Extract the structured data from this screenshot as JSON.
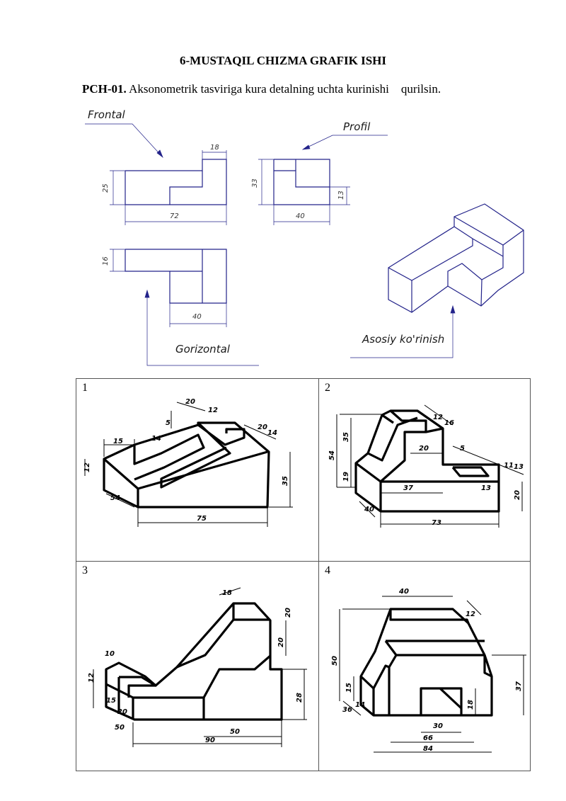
{
  "header": {
    "title": "6-MUSTAQIL CHIZMA GRAFIK ISHI",
    "task_code": "PCH-01.",
    "task_text": " Aksonometrik tasviriga kura detalning uchta kurinishi    qurilsin."
  },
  "example": {
    "labels": {
      "frontal": "Frontal",
      "profil": "Profil",
      "gorizontal": "Gorizontal",
      "asosiy": "Asosiy ko'rinish"
    },
    "dims": {
      "front_top": "18",
      "front_height": "25",
      "front_width": "72",
      "side_height": "33",
      "side_width": "40",
      "side_small": "13",
      "top_depth": "16",
      "top_width": "40"
    }
  },
  "variants": [
    {
      "number": "1",
      "dims": [
        "20",
        "12",
        "5",
        "20",
        "14",
        "15",
        "14",
        "12",
        "35",
        "54",
        "75"
      ]
    },
    {
      "number": "2",
      "dims": [
        "12",
        "16",
        "35",
        "54",
        "20",
        "19",
        "5",
        "11",
        "13",
        "37",
        "13",
        "20",
        "40",
        "73"
      ]
    },
    {
      "number": "3",
      "dims": [
        "18",
        "20",
        "10",
        "20",
        "12",
        "15",
        "20",
        "50",
        "28",
        "50",
        "90"
      ]
    },
    {
      "number": "4",
      "dims": [
        "40",
        "12",
        "50",
        "15",
        "36",
        "14",
        "37",
        "18",
        "30",
        "66",
        "84"
      ]
    }
  ]
}
